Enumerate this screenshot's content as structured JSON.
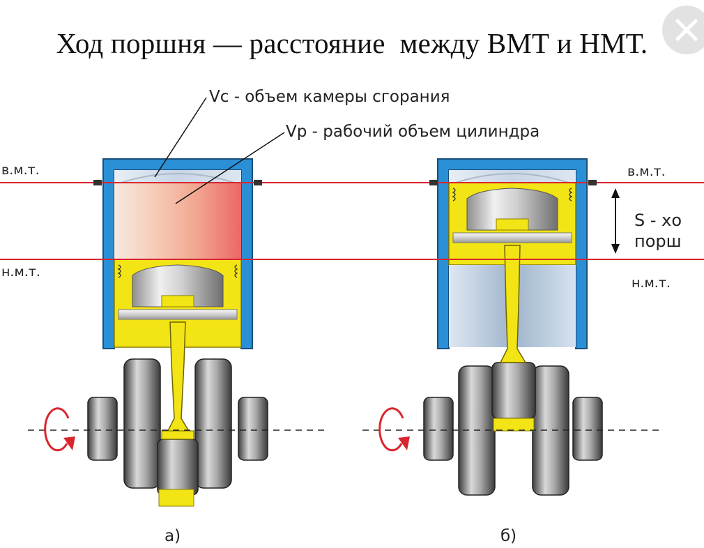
{
  "title": "Ход поршня — расстояние  между ВМТ и НМТ.",
  "close_icon": "close-icon",
  "diagram": {
    "vc_label": "Vc - объем камеры сгорания",
    "vp_label": "Vр - рабочий объем цилиндра",
    "tdc_left": "в.м.т.",
    "bdc_left": "н.м.т.",
    "tdc_right": "в.м.т.",
    "bdc_right": "н.м.т.",
    "stroke_line1": "S - хо",
    "stroke_line2": "порш",
    "caption_a": "а)",
    "caption_b": "б)",
    "rotation_icon": "rotation-arrow-icon",
    "colors": {
      "cylinder_wall": "#2b8fd6",
      "dead_center_line": "#d9262e",
      "piston_yellow": "#f2e415",
      "chamber_red": "#ee6a6a",
      "rotation_arrow": "#d9262e"
    }
  }
}
